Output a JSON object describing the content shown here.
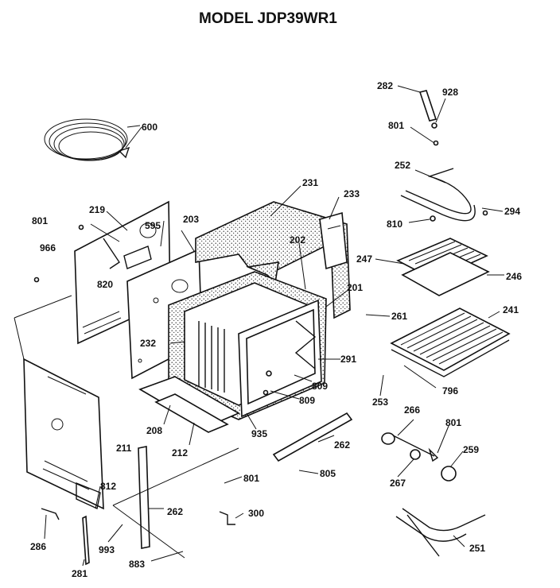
{
  "title": "MODEL JDP39WR1",
  "labels": {
    "l600": "600",
    "l282": "282",
    "l928": "928",
    "l801a": "801",
    "l252": "252",
    "l810": "810",
    "l294": "294",
    "l231": "231",
    "l233": "233",
    "l801b": "801",
    "l219": "219",
    "l595": "595",
    "l203": "203",
    "l966": "966",
    "l820": "820",
    "l202": "202",
    "l247": "247",
    "l246": "246",
    "l201": "201",
    "l261": "261",
    "l241": "241",
    "l232": "232",
    "l291": "291",
    "l809a": "809",
    "l809b": "809",
    "l796": "796",
    "l253": "253",
    "l208": "208",
    "l212": "212",
    "l935": "935",
    "l266": "266",
    "l801c": "801",
    "l262a": "262",
    "l211": "211",
    "l259": "259",
    "l267": "267",
    "l805": "805",
    "l801d": "801",
    "l812": "812",
    "l262b": "262",
    "l300": "300",
    "l286": "286",
    "l993": "993",
    "l251": "251",
    "l281": "281",
    "l883": "883"
  }
}
